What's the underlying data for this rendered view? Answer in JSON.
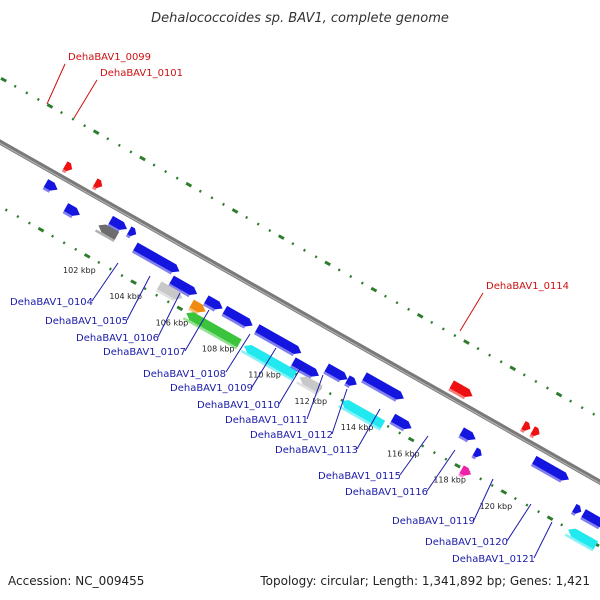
{
  "title": "Dehalococcoides sp. BAV1, complete genome",
  "footer": {
    "accession": "Accession: NC_009455",
    "summary": "Topology: circular; Length: 1,341,892 bp; Genes: 1,421"
  },
  "colors": {
    "backbone": "#7a7a7a",
    "tick_dots": "#2e7d2e",
    "label_blue": "#1a1aaa",
    "label_red": "#cc1111",
    "gene_blue": "#1515e0",
    "gene_red": "#ee1111",
    "gene_cyan": "#22e8f0",
    "gene_green": "#3bc43b",
    "gene_orange": "#f08a10",
    "gene_gray": "#6d6d6d",
    "gene_lightgray": "#c8c8c8",
    "gene_magenta": "#ee22aa"
  },
  "scale_labels": [
    "102 kbp",
    "104 kbp",
    "106 kbp",
    "108 kbp",
    "110 kbp",
    "112 kbp",
    "114 kbp",
    "116 kbp",
    "118 kbp",
    "120 kbp"
  ],
  "gene_labels": [
    {
      "text": "DehaBAV1_0099",
      "color": "red"
    },
    {
      "text": "DehaBAV1_0101",
      "color": "red"
    },
    {
      "text": "DehaBAV1_0114",
      "color": "red"
    },
    {
      "text": "DehaBAV1_0104",
      "color": "blue"
    },
    {
      "text": "DehaBAV1_0105",
      "color": "blue"
    },
    {
      "text": "DehaBAV1_0106",
      "color": "blue"
    },
    {
      "text": "DehaBAV1_0107",
      "color": "blue"
    },
    {
      "text": "DehaBAV1_0108",
      "color": "blue"
    },
    {
      "text": "DehaBAV1_0109",
      "color": "blue"
    },
    {
      "text": "DehaBAV1_0110",
      "color": "blue"
    },
    {
      "text": "DehaBAV1_0111",
      "color": "blue"
    },
    {
      "text": "DehaBAV1_0112",
      "color": "blue"
    },
    {
      "text": "DehaBAV1_0113",
      "color": "blue"
    },
    {
      "text": "DehaBAV1_0115",
      "color": "blue"
    },
    {
      "text": "DehaBAV1_0116",
      "color": "blue"
    },
    {
      "text": "DehaBAV1_0119",
      "color": "blue"
    },
    {
      "text": "DehaBAV1_0120",
      "color": "blue"
    },
    {
      "text": "DehaBAV1_0121",
      "color": "blue"
    }
  ],
  "genes": [
    {
      "start_kbp": 99.6,
      "end_kbp": 99.9,
      "track": "fwd-outer",
      "color": "red",
      "dir": "+"
    },
    {
      "start_kbp": 100.9,
      "end_kbp": 101.2,
      "track": "fwd-outer",
      "color": "red",
      "dir": "+"
    },
    {
      "start_kbp": 99.3,
      "end_kbp": 99.8,
      "track": "rev-1",
      "color": "blue",
      "dir": "+"
    },
    {
      "start_kbp": 100.4,
      "end_kbp": 101.0,
      "track": "rev-2",
      "color": "blue",
      "dir": "+"
    },
    {
      "start_kbp": 102.1,
      "end_kbp": 102.8,
      "track": "rev-1",
      "color": "blue",
      "dir": "+"
    },
    {
      "start_kbp": 102.9,
      "end_kbp": 103.2,
      "track": "rev-1",
      "color": "blue",
      "dir": "+"
    },
    {
      "start_kbp": 101.8,
      "end_kbp": 102.6,
      "track": "rev-2",
      "color": "gray",
      "dir": "-"
    },
    {
      "start_kbp": 103.4,
      "end_kbp": 105.3,
      "track": "rev-2",
      "color": "blue",
      "dir": "+"
    },
    {
      "start_kbp": 105.2,
      "end_kbp": 106.3,
      "track": "rev-3",
      "color": "blue",
      "dir": "+"
    },
    {
      "start_kbp": 104.9,
      "end_kbp": 105.9,
      "track": "rev-4",
      "color": "lightgray",
      "dir": "+"
    },
    {
      "start_kbp": 106.7,
      "end_kbp": 107.4,
      "track": "rev-3",
      "color": "blue",
      "dir": "+"
    },
    {
      "start_kbp": 107.5,
      "end_kbp": 108.7,
      "track": "rev-3",
      "color": "blue",
      "dir": "+"
    },
    {
      "start_kbp": 106.3,
      "end_kbp": 106.9,
      "track": "rev-4",
      "color": "orange",
      "dir": "+"
    },
    {
      "start_kbp": 106.3,
      "end_kbp": 108.6,
      "track": "rev-5",
      "color": "green",
      "dir": "-"
    },
    {
      "start_kbp": 108.9,
      "end_kbp": 110.8,
      "track": "rev-3",
      "color": "blue",
      "dir": "+"
    },
    {
      "start_kbp": 108.8,
      "end_kbp": 111.0,
      "track": "rev-5",
      "color": "cyan",
      "dir": "-"
    },
    {
      "start_kbp": 110.7,
      "end_kbp": 111.8,
      "track": "rev-4",
      "color": "blue",
      "dir": "+"
    },
    {
      "start_kbp": 111.2,
      "end_kbp": 112.1,
      "track": "rev-5",
      "color": "lightgray",
      "dir": "-"
    },
    {
      "start_kbp": 111.9,
      "end_kbp": 112.8,
      "track": "rev-3",
      "color": "blue",
      "dir": "+"
    },
    {
      "start_kbp": 112.8,
      "end_kbp": 113.2,
      "track": "rev-3",
      "color": "blue",
      "dir": "+"
    },
    {
      "start_kbp": 113.3,
      "end_kbp": 115.0,
      "track": "rev-2",
      "color": "blue",
      "dir": "+"
    },
    {
      "start_kbp": 113.0,
      "end_kbp": 114.8,
      "track": "rev-5",
      "color": "cyan",
      "dir": "-"
    },
    {
      "start_kbp": 115.0,
      "end_kbp": 115.8,
      "track": "rev-4",
      "color": "blue",
      "dir": "+"
    },
    {
      "start_kbp": 116.3,
      "end_kbp": 117.2,
      "track": "fwd-outer",
      "color": "red",
      "dir": "+"
    },
    {
      "start_kbp": 117.5,
      "end_kbp": 118.1,
      "track": "rev-2",
      "color": "blue",
      "dir": "+"
    },
    {
      "start_kbp": 118.3,
      "end_kbp": 118.6,
      "track": "rev-3",
      "color": "blue",
      "dir": "+"
    },
    {
      "start_kbp": 118.2,
      "end_kbp": 118.6,
      "track": "rev-5",
      "color": "magenta",
      "dir": "+"
    },
    {
      "start_kbp": 119.4,
      "end_kbp": 119.7,
      "track": "fwd-outer",
      "color": "red",
      "dir": "+"
    },
    {
      "start_kbp": 119.8,
      "end_kbp": 120.1,
      "track": "fwd-outer",
      "color": "red",
      "dir": "+"
    },
    {
      "start_kbp": 120.4,
      "end_kbp": 121.9,
      "track": "rev-1",
      "color": "blue",
      "dir": "+"
    },
    {
      "start_kbp": 122.6,
      "end_kbp": 122.9,
      "track": "rev-3",
      "color": "blue",
      "dir": "+"
    },
    {
      "start_kbp": 123.0,
      "end_kbp": 124.0,
      "track": "rev-3",
      "color": "blue",
      "dir": "+"
    },
    {
      "start_kbp": 122.8,
      "end_kbp": 124.0,
      "track": "rev-5",
      "color": "cyan",
      "dir": "-"
    }
  ]
}
